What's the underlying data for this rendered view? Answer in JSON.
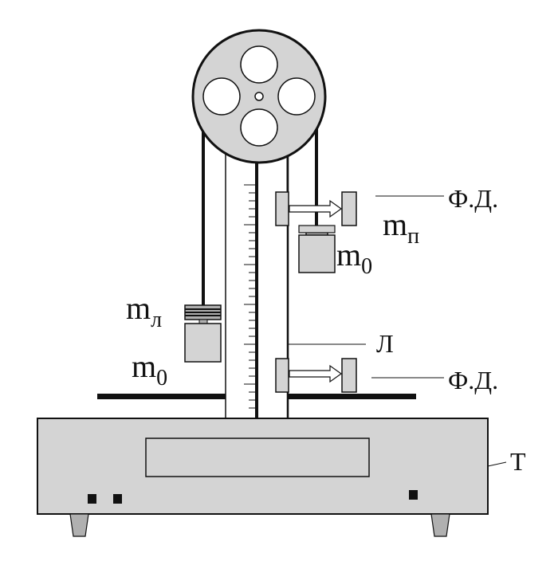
{
  "labels": {
    "photodetector_top": "Ф.Д.",
    "photodetector_bottom": "Ф.Д.",
    "ruler_label": "Л",
    "timer_label": "Т",
    "mass_left_base": "m",
    "mass_left_sub": "л",
    "mass_left_m0_base": "m",
    "mass_left_m0_sub": "0",
    "mass_right_base": "m",
    "mass_right_sub": "п",
    "mass_right_m0_base": "m",
    "mass_right_m0_sub": "0"
  },
  "colors": {
    "fill_gray": "#d4d4d4",
    "fill_dark": "#b0b0b0",
    "stroke": "#111111",
    "background": "#ffffff"
  },
  "ruler": {
    "tick_count": 29,
    "major_every": 5
  }
}
